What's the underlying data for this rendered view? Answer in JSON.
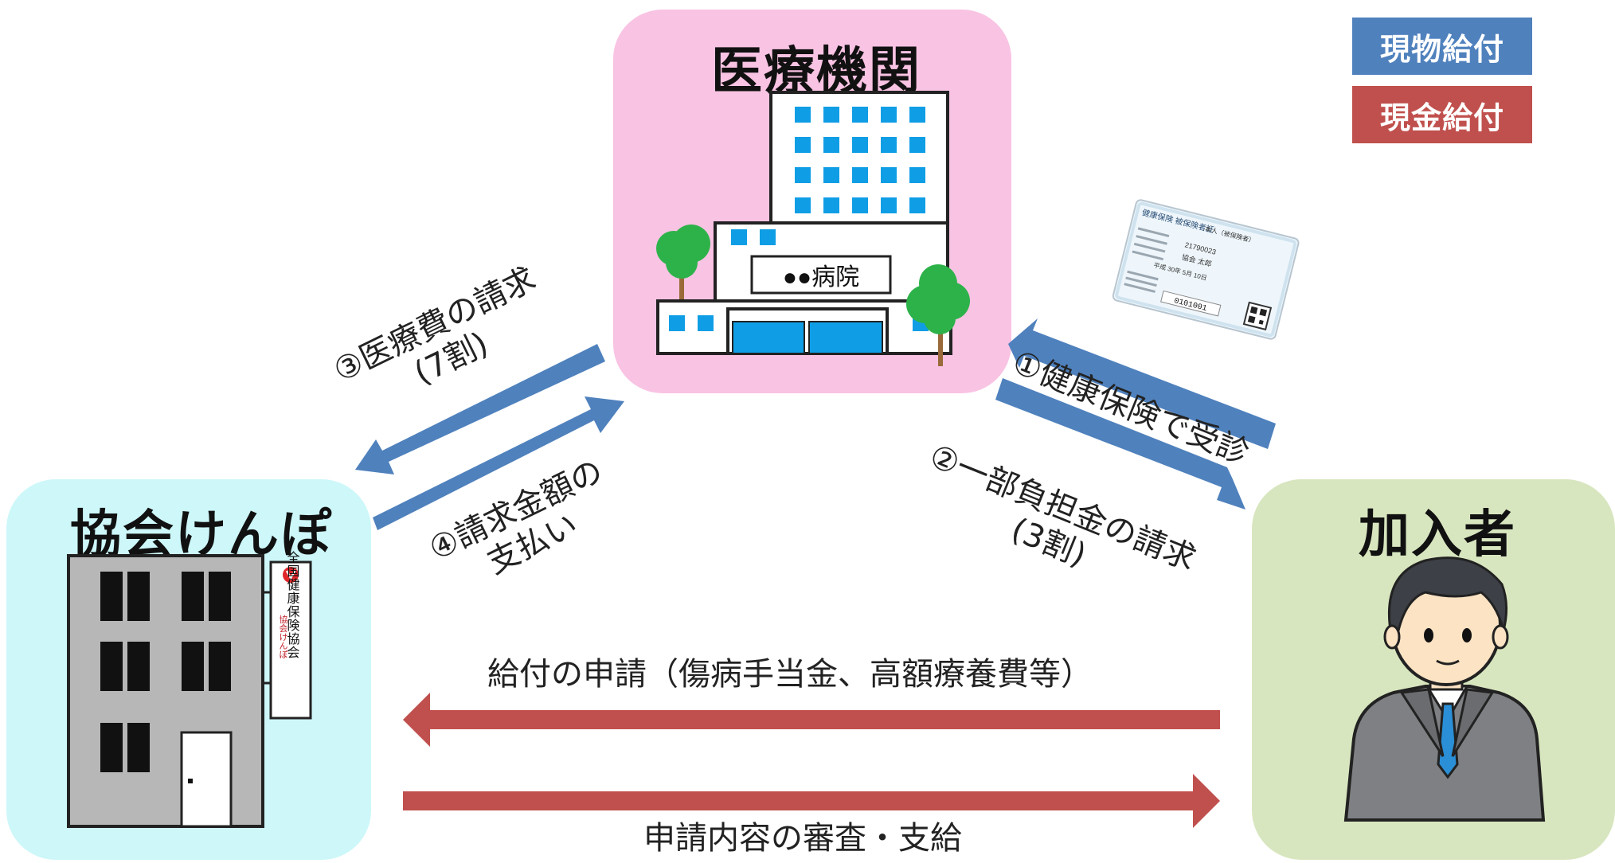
{
  "nodes": {
    "medical": {
      "title": "医療機関",
      "hospital_sign": "●●病院"
    },
    "kyokai": {
      "title": "協会けんぽ",
      "sign_text": "全国健康保険協会",
      "sign_sub": "協会けんぽ"
    },
    "member": {
      "title": "加入者"
    }
  },
  "legend": [
    {
      "label": "現物給付",
      "color": "#4f81bd"
    },
    {
      "label": "現金給付",
      "color": "#c0504d"
    }
  ],
  "flows": {
    "f1": {
      "label": "①健康保険で受診"
    },
    "f2": {
      "label_line1": "②一部負担金の請求",
      "label_line2": "(3割)"
    },
    "f3": {
      "label_line1": "③医療費の請求",
      "label_line2": "(7割)"
    },
    "f4": {
      "label_line1": "④請求金額の",
      "label_line2": "支払い"
    },
    "f5": {
      "label": "給付の申請（傷病手当金、高額療養費等）"
    },
    "f6": {
      "label": "申請内容の審査・支給"
    }
  },
  "insurance_card": {
    "header": "健康保険 被保険者証",
    "type": "本人（被保険者）",
    "code": "21790023",
    "name": "協会 太郎",
    "number": "0101001",
    "year_line": "平成 30年 5月 10日"
  },
  "colors": {
    "medical_bg": "#f9c3e3",
    "kyokai_bg": "#cdf7f9",
    "member_bg": "#d8e6bf",
    "blue": "#4f81bd",
    "red": "#c0504d"
  }
}
